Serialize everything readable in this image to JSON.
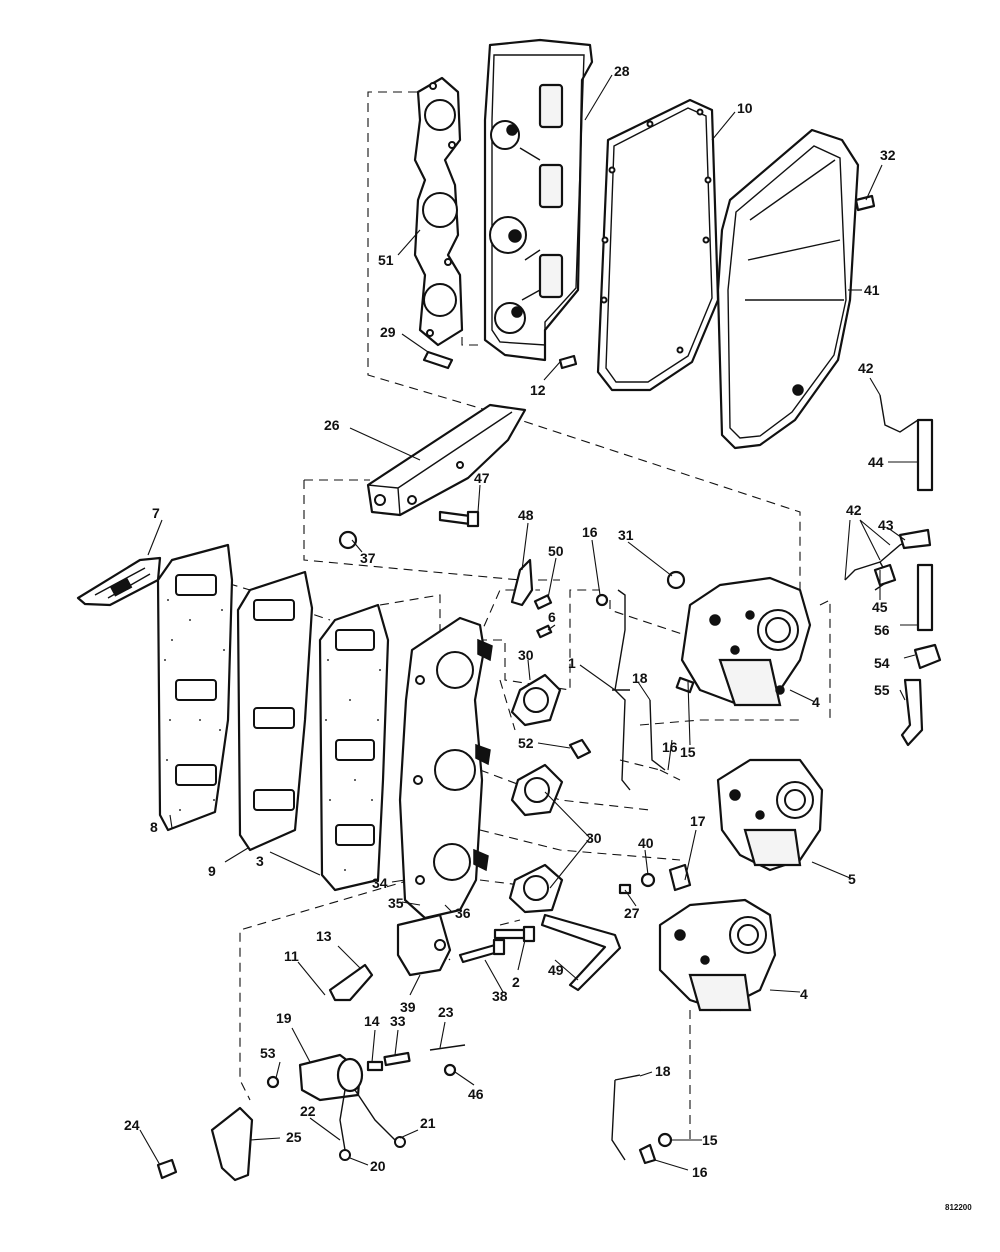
{
  "reference_code": "812200",
  "callouts": [
    "28",
    "10",
    "32",
    "51",
    "41",
    "29",
    "12",
    "42",
    "26",
    "44",
    "47",
    "42",
    "43",
    "7",
    "48",
    "16",
    "31",
    "50",
    "37",
    "6",
    "45",
    "56",
    "30",
    "1",
    "18",
    "54",
    "55",
    "52",
    "16",
    "15",
    "4",
    "30",
    "40",
    "17",
    "8",
    "9",
    "3",
    "34",
    "5",
    "35",
    "36",
    "27",
    "13",
    "11",
    "2",
    "49",
    "4",
    "39",
    "38",
    "19",
    "14",
    "33",
    "23",
    "53",
    "46",
    "18",
    "22",
    "21",
    "15",
    "24",
    "25",
    "20",
    "16"
  ]
}
